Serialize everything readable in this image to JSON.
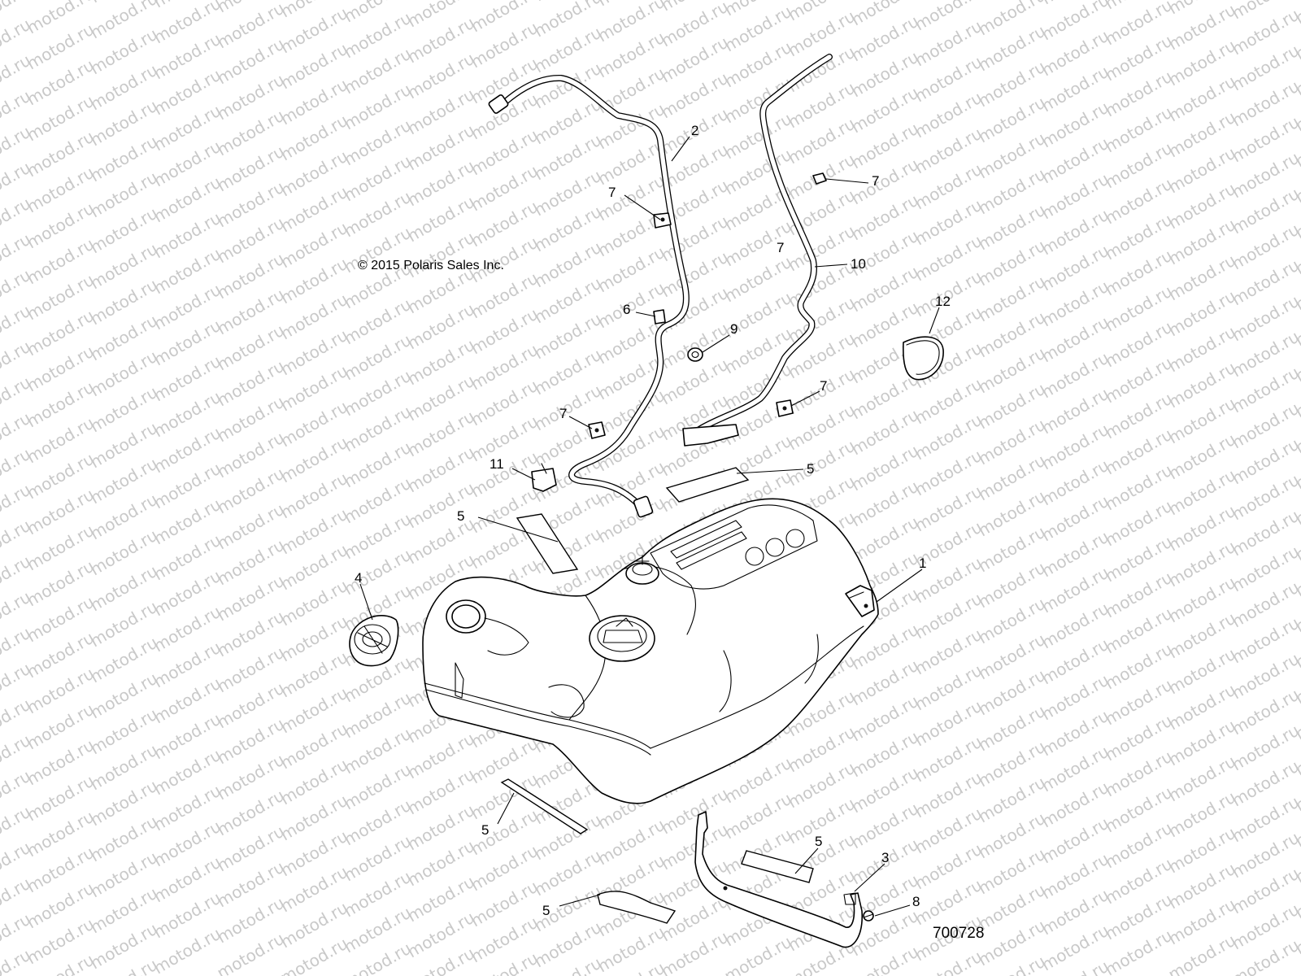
{
  "copyright": "© 2015 Polaris Sales Inc.",
  "drawing_number": "700728",
  "watermark_text": "motod.ru",
  "callouts": [
    {
      "id": "c2",
      "label": "2"
    },
    {
      "id": "c7a",
      "label": "7"
    },
    {
      "id": "c7b",
      "label": "7"
    },
    {
      "id": "c7c",
      "label": "7"
    },
    {
      "id": "c10",
      "label": "10"
    },
    {
      "id": "c12",
      "label": "12"
    },
    {
      "id": "c6",
      "label": "6"
    },
    {
      "id": "c9",
      "label": "9"
    },
    {
      "id": "c7d",
      "label": "7"
    },
    {
      "id": "c7e",
      "label": "7"
    },
    {
      "id": "c11",
      "label": "11"
    },
    {
      "id": "c5a",
      "label": "5"
    },
    {
      "id": "c5b",
      "label": "5"
    },
    {
      "id": "c1",
      "label": "1"
    },
    {
      "id": "c4",
      "label": "4"
    },
    {
      "id": "c5c",
      "label": "5"
    },
    {
      "id": "c5d",
      "label": "5"
    },
    {
      "id": "c3",
      "label": "3"
    },
    {
      "id": "c5e",
      "label": "5"
    },
    {
      "id": "c8",
      "label": "8"
    }
  ]
}
